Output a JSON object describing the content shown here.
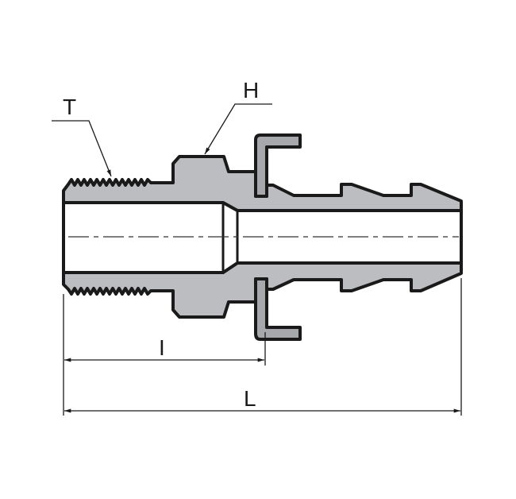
{
  "diagram": {
    "type": "technical-cross-section",
    "subject": "male threaded hose barb fitting with retaining clip",
    "labels": {
      "thread": "T",
      "hex": "H",
      "insertion_length": "I",
      "overall_length": "L"
    },
    "colors": {
      "body_fill": "#bcbdc0",
      "clip_fill": "#a7a8ab",
      "outline": "#1a1a1a",
      "background": "#ffffff"
    }
  }
}
